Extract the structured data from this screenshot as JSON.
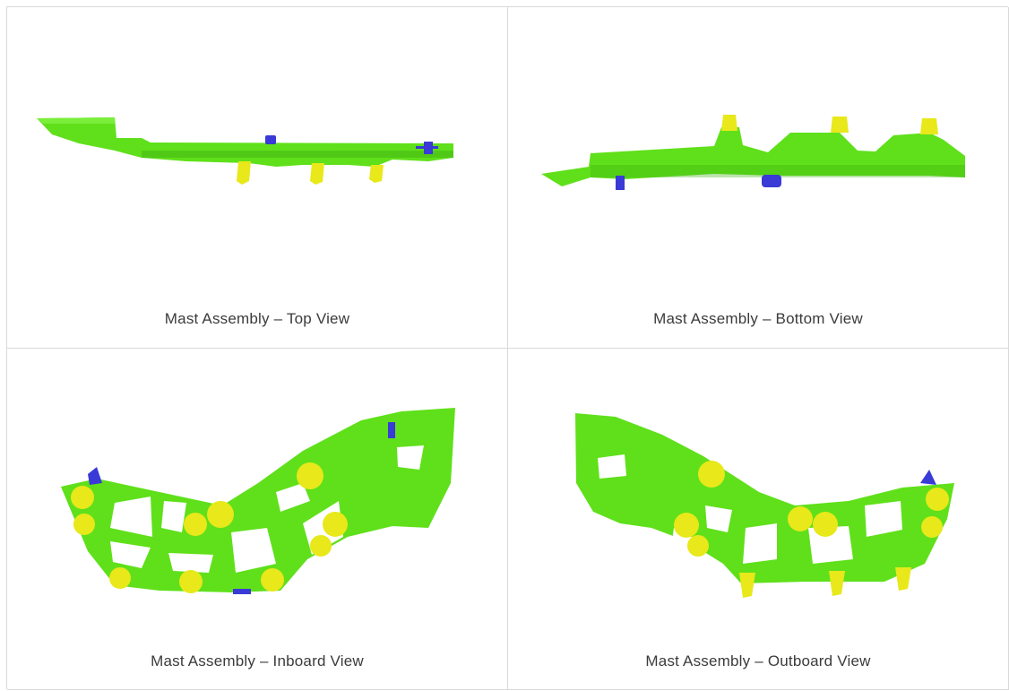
{
  "gallery": {
    "items": [
      {
        "caption": "Mast Assembly – Top View"
      },
      {
        "caption": "Mast Assembly – Bottom View"
      },
      {
        "caption": "Mast Assembly – Inboard View"
      },
      {
        "caption": "Mast Assembly – Outboard View"
      }
    ]
  },
  "colors": {
    "part_green": "#5fe01a",
    "part_green_dark": "#3fae12",
    "boss_yellow": "#e8e81a",
    "bracket_blue": "#3a3ad6",
    "border": "#d9d9d9",
    "caption_text": "#3b3b3b"
  }
}
